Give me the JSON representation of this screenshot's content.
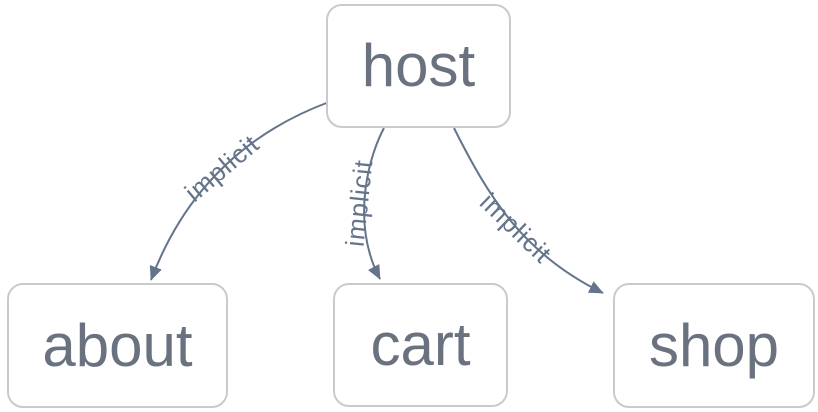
{
  "diagram": {
    "type": "graph",
    "nodes": [
      {
        "id": "host",
        "label": "host"
      },
      {
        "id": "about",
        "label": "about"
      },
      {
        "id": "cart",
        "label": "cart"
      },
      {
        "id": "shop",
        "label": "shop"
      }
    ],
    "edges": [
      {
        "from": "host",
        "to": "about",
        "label": "implicit"
      },
      {
        "from": "host",
        "to": "cart",
        "label": "implicit"
      },
      {
        "from": "host",
        "to": "shop",
        "label": "implicit"
      }
    ],
    "colors": {
      "background": "#ffffff",
      "node_fill": "#ffffff",
      "node_border": "#c8cacd",
      "node_text": "#6a7280",
      "edge": "#64748b",
      "edge_label": "#64748b"
    }
  }
}
